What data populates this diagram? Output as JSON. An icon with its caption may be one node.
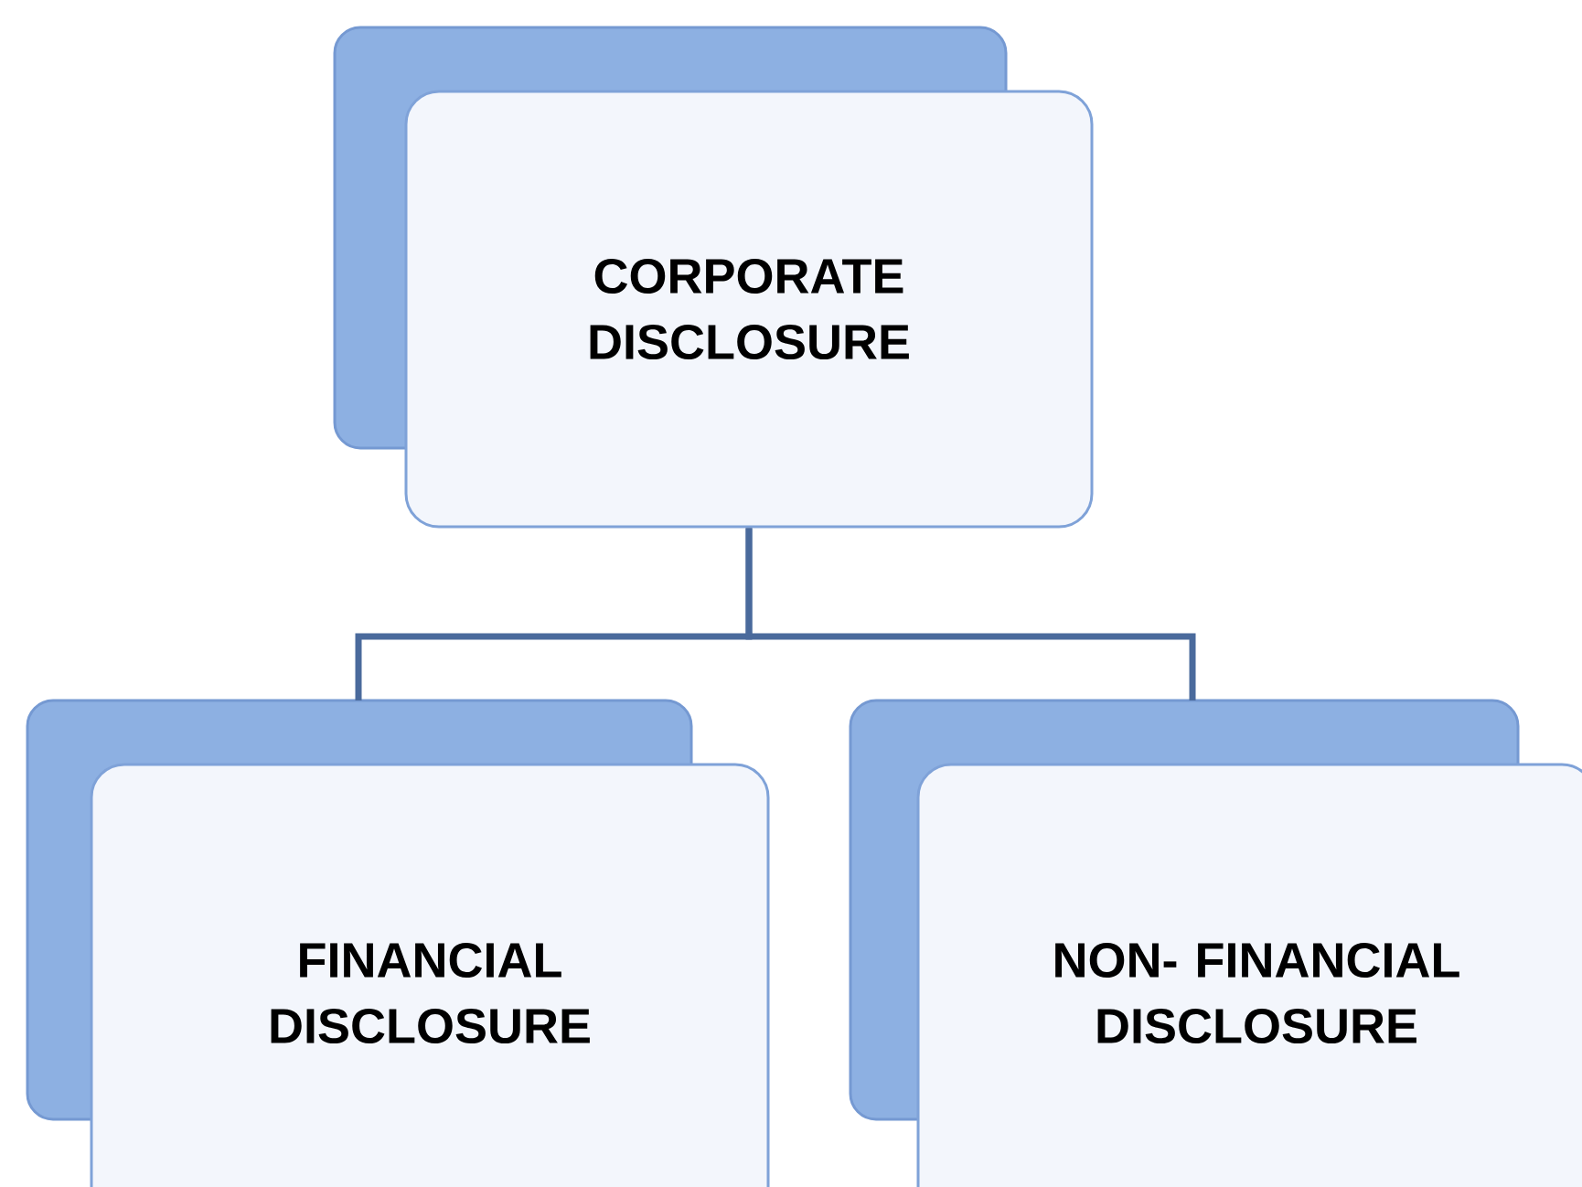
{
  "diagram": {
    "nodes": [
      {
        "text": [
          "CORPORATE DISCLOSURE"
        ]
      },
      {
        "text": [
          "FINANCIAL DISCLOSURE"
        ]
      },
      {
        "text": [
          "NON- FINANCIAL DISCLOSURE"
        ]
      }
    ],
    "edges": [
      {
        "from": 0,
        "to": 1,
        "arrow": "none"
      },
      {
        "from": 0,
        "to": 2,
        "arrow": "none"
      }
    ]
  }
}
